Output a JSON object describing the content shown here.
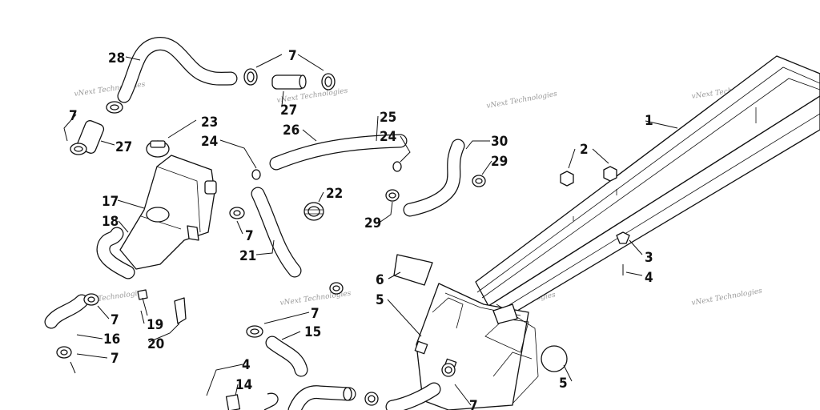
{
  "watermark_text": "vNext Technologies",
  "callouts": [
    "1",
    "2",
    "3",
    "4",
    "4",
    "5",
    "5",
    "6",
    "7",
    "7",
    "7",
    "7",
    "7",
    "7",
    "7",
    "14",
    "15",
    "16",
    "17",
    "18",
    "19",
    "20",
    "21",
    "22",
    "23",
    "24",
    "24",
    "25",
    "26",
    "27",
    "27",
    "28",
    "29",
    "29",
    "30"
  ]
}
